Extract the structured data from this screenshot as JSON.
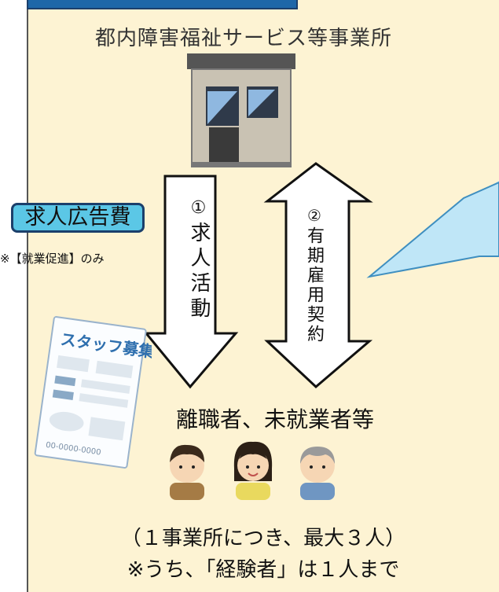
{
  "header": {
    "title": "都内障害福祉サービス等事業所"
  },
  "arrows": {
    "left_num": "①",
    "left_text": "求人活動",
    "right_num": "②",
    "right_text": "有期雇用契約"
  },
  "sidebar": {
    "badge": "求人広告費",
    "note": "※【就業促進】のみ"
  },
  "flyer": {
    "title": "スタッフ募集",
    "phone": "00-0000-0000"
  },
  "bottom": {
    "label": "離職者、未就業者等",
    "limit": "（１事業所につき、最大３人）",
    "sublimit": "※うち、「経験者」は１人まで"
  },
  "colors": {
    "badge": "#5bc7e6",
    "callout": "#bfe6f7",
    "panel": "#fdf3d3",
    "header": "#1e67a8"
  }
}
